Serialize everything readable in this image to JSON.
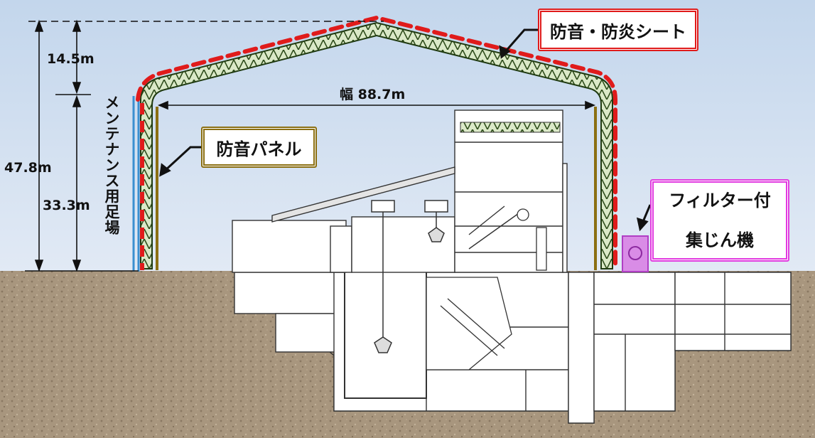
{
  "labels": {
    "height_upper": "14.5m",
    "height_total": "47.8m",
    "height_lower": "33.3m",
    "width": "幅 88.7m",
    "scaffold": "メンテナンス用足場",
    "soundproof_sheet": "防音・防炎シート",
    "soundproof_panel": "防音パネル",
    "filter_line1": "フィルター付",
    "filter_line2": "集じん機"
  },
  "colors": {
    "sky_top": "#c3d6ec",
    "sky_bottom": "#dbe6f4",
    "ground": "#a8967e",
    "truss": "#4f7a33",
    "sheet": "#e01b1b",
    "panel": "#8b6f12",
    "scaffold": "#3a8fd0",
    "filter_unit": "#d98ce6",
    "filter_border": "#e23be0"
  }
}
